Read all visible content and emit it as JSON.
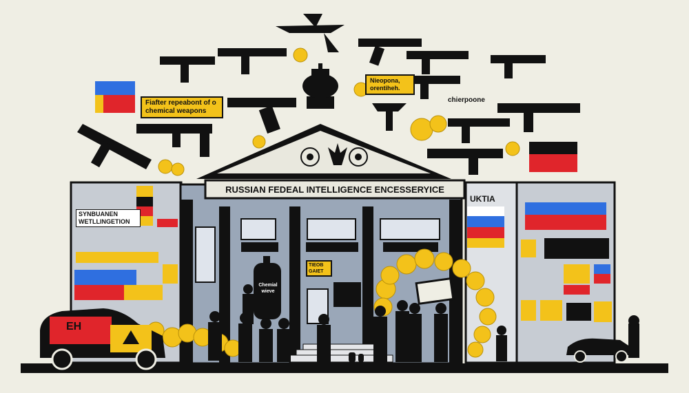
{
  "building": {
    "sign": "RUSSIAN FEDEAL INTELLIGENCE ENCESSERYICE",
    "cylinder_label": "Chemial wieve"
  },
  "labels": {
    "flatter_banner": "Fiafter repeabont of o chemical weapons",
    "niopona": "Nieopona, orentiheh.",
    "chierpeone": "chierpoone",
    "uktia": "UKTIA",
    "synsuannen": "SYNBUANEN WETLLINGETION",
    "van_mark": "EH",
    "small_sign": "TIEOB GAIET"
  },
  "colors": {
    "ink": "#111111",
    "yellow": "#f3c21a",
    "red": "#e0252b",
    "blue": "#2f6fe0",
    "grey": "#9aa7b8",
    "paper": "#efeee4"
  },
  "icons": [
    "double-eagle-emblem-icon",
    "wreath-emblem-icon",
    "biohazard-icon",
    "rifle-icon",
    "drone-icon"
  ]
}
